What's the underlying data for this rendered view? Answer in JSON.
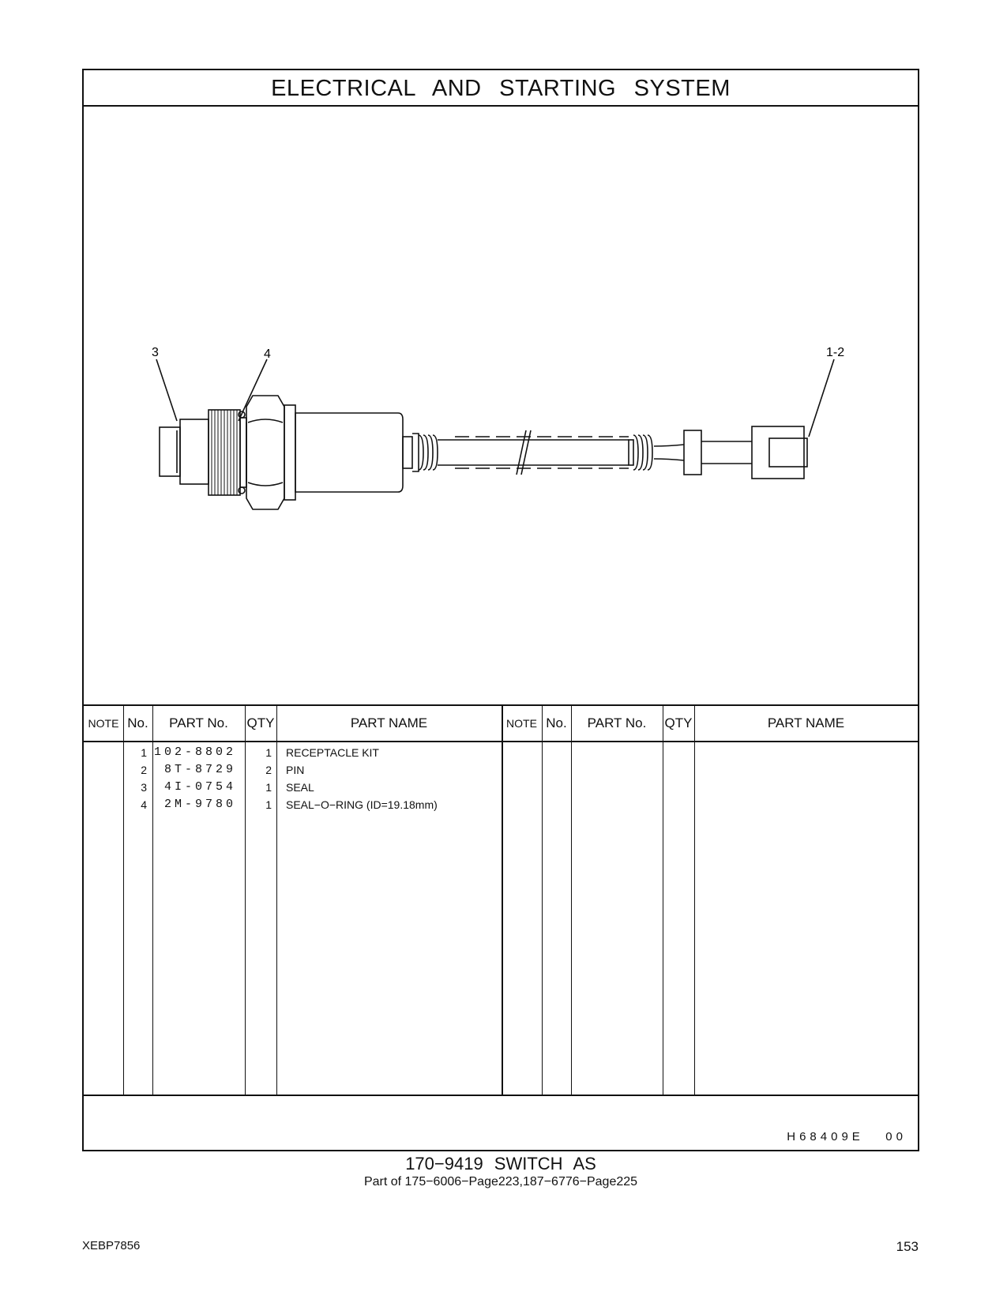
{
  "header": {
    "title": "ELECTRICAL AND STARTING SYSTEM"
  },
  "callouts": [
    "3",
    "4",
    "1-2"
  ],
  "table": {
    "headers": [
      "NOTE",
      "No.",
      "PART No.",
      "QTY",
      "PART NAME",
      "NOTE",
      "No.",
      "PART No.",
      "QTY",
      "PART NAME"
    ],
    "rows": [
      {
        "no": "1",
        "part_no": "102-8802",
        "qty": "1",
        "name": "RECEPTACLE  KIT"
      },
      {
        "no": "2",
        "part_no": "8T-8729",
        "qty": "2",
        "name": "PIN"
      },
      {
        "no": "3",
        "part_no": "4I-0754",
        "qty": "1",
        "name": "SEAL"
      },
      {
        "no": "4",
        "part_no": "2M-9780",
        "qty": "1",
        "name": "SEAL−O−RING (ID=19.18mm)"
      }
    ]
  },
  "illustration_code": "H68409E   00",
  "caption": {
    "title": "170−9419  SWITCH  AS",
    "subtitle": "Part of 175−6006−Page223,187−6776−Page225"
  },
  "footer": {
    "doc_id": "XEBP7856",
    "page": "153"
  }
}
